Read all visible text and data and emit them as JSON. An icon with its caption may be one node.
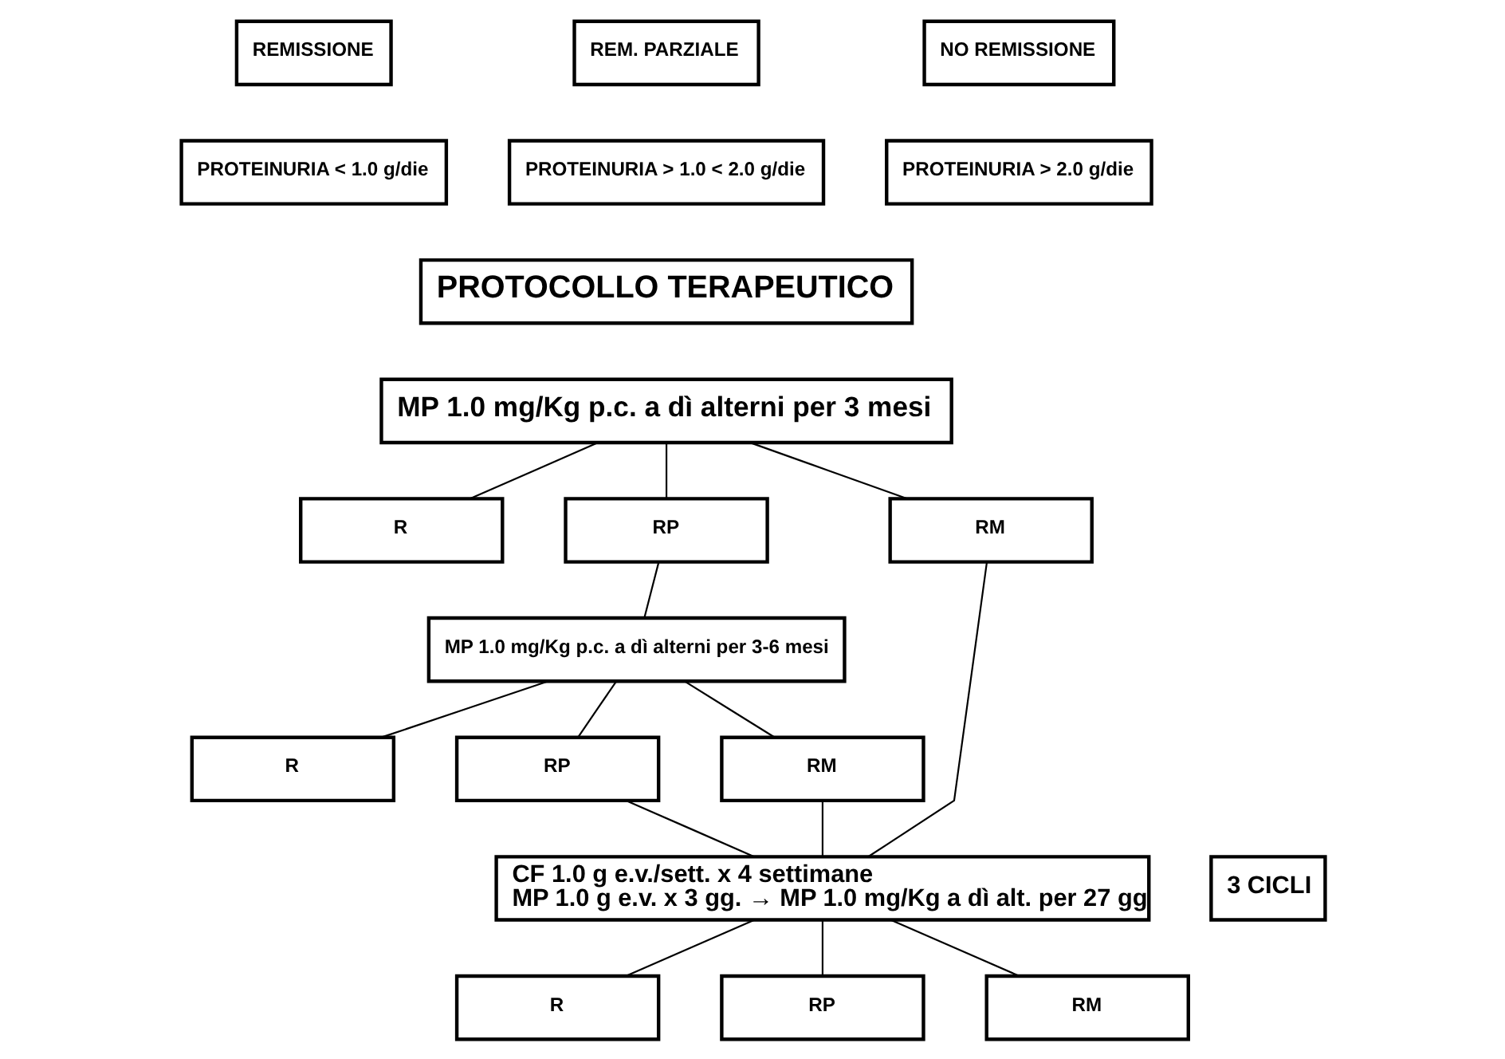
{
  "diagram": {
    "nodes": [
      {
        "text": [
          "REMISSIONE"
        ]
      },
      {
        "text": [
          "PROTEINURIA < 1.0 g/die"
        ]
      },
      {
        "text": [
          "REM. PARZIALE"
        ]
      },
      {
        "text": [
          "PROTEINURIA > 1.0 < 2.0 g/die"
        ]
      },
      {
        "text": [
          "NO REMISSIONE"
        ]
      },
      {
        "text": [
          "PROTEINURIA > 2.0 g/die"
        ]
      },
      {
        "text": [
          "PROTOCOLLO TERAPEUTICO"
        ]
      },
      {
        "text": [
          "MP 1.0 mg/Kg p.c. a dì alterni per 3 mesi"
        ]
      },
      {
        "text": [
          "R"
        ]
      },
      {
        "text": [
          "RP"
        ]
      },
      {
        "text": [
          "RM"
        ]
      },
      {
        "text": [
          "MP 1.0 mg/Kg p.c. a dì alterni per 3-6 mesi"
        ]
      },
      {
        "text": [
          "R"
        ]
      },
      {
        "text": [
          "RP"
        ]
      },
      {
        "text": [
          "RM"
        ]
      },
      {
        "text": [
          "CF 1.0 g e.v./sett. x 4 settimane",
          "MP 1.0 g e.v. x 3 gg. → MP 1.0 mg/Kg a dì alt. per 27 gg"
        ]
      },
      {
        "text": [
          "3 CICLI"
        ]
      },
      {
        "text": [
          "R"
        ]
      },
      {
        "text": [
          "RP"
        ]
      },
      {
        "text": [
          "RM"
        ]
      }
    ],
    "edges": [
      {
        "from": 7,
        "to": 8,
        "arrow": "none"
      },
      {
        "from": 7,
        "to": 9,
        "arrow": "none"
      },
      {
        "from": 7,
        "to": 10,
        "arrow": "none"
      },
      {
        "from": 9,
        "to": 11,
        "arrow": "none"
      },
      {
        "from": 11,
        "to": 12,
        "arrow": "none"
      },
      {
        "from": 11,
        "to": 13,
        "arrow": "none"
      },
      {
        "from": 11,
        "to": 14,
        "arrow": "none"
      },
      {
        "from": 13,
        "to": 15,
        "arrow": "none"
      },
      {
        "from": 14,
        "to": 15,
        "arrow": "none"
      },
      {
        "from": 10,
        "to": 15,
        "arrow": "none"
      },
      {
        "from": 15,
        "to": 17,
        "arrow": "none"
      },
      {
        "from": 15,
        "to": 18,
        "arrow": "none"
      },
      {
        "from": 15,
        "to": 19,
        "arrow": "none"
      }
    ]
  }
}
